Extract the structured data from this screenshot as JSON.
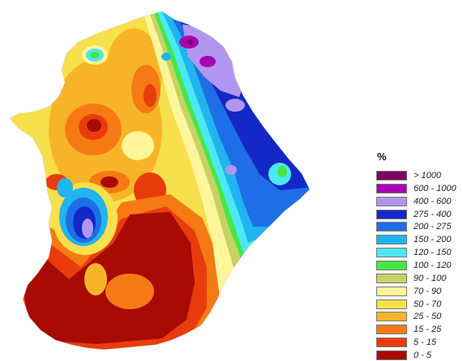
{
  "legend": {
    "title": "%",
    "classes": [
      {
        "label": "> 1000",
        "color": "#800060"
      },
      {
        "label": "600 - 1000",
        "color": "#a800b4"
      },
      {
        "label": "400 - 600",
        "color": "#b196ef"
      },
      {
        "label": "275 - 400",
        "color": "#1428c8"
      },
      {
        "label": "200 - 275",
        "color": "#1e6ee6"
      },
      {
        "label": "150 - 200",
        "color": "#20b4f0"
      },
      {
        "label": "120 - 150",
        "color": "#4ce8f4"
      },
      {
        "label": "100 - 120",
        "color": "#46e646"
      },
      {
        "label": "90 - 100",
        "color": "#c8d264"
      },
      {
        "label": "70 - 90",
        "color": "#fff59a"
      },
      {
        "label": "50 - 70",
        "color": "#f8e04c"
      },
      {
        "label": "25 - 50",
        "color": "#f8b428"
      },
      {
        "label": "15 - 25",
        "color": "#f57a14"
      },
      {
        "label": "5 - 15",
        "color": "#e83c0c"
      },
      {
        "label": "0 - 5",
        "color": "#a80a04"
      }
    ]
  }
}
